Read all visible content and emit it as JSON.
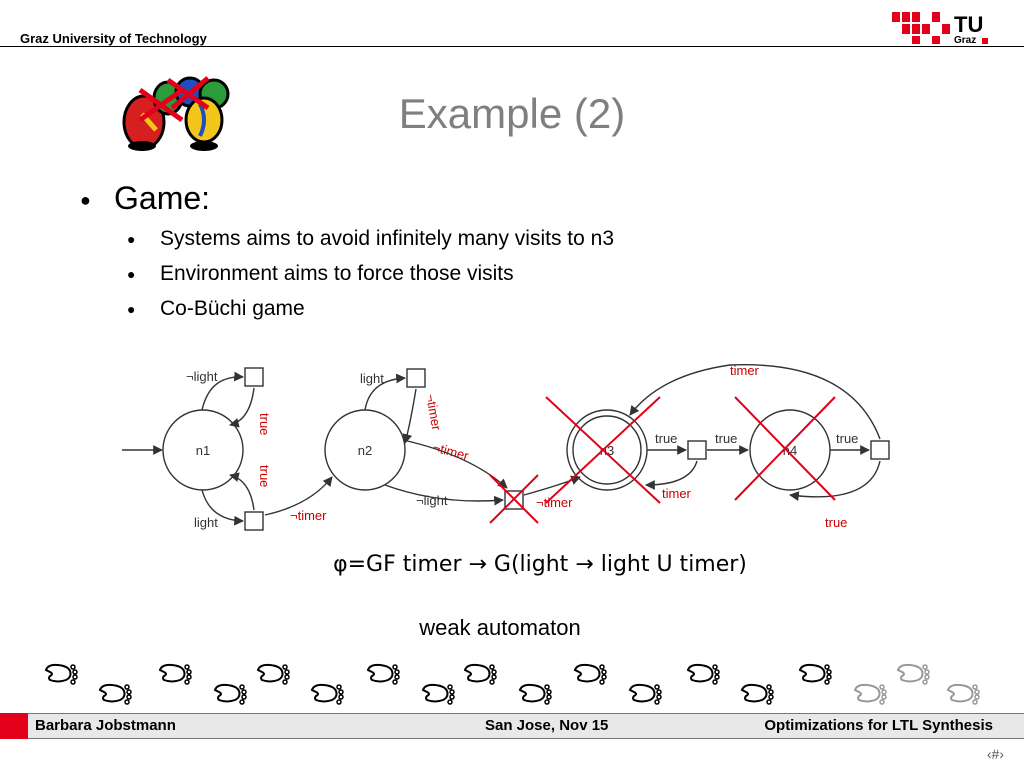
{
  "header": {
    "organization": "Graz University of Technology",
    "logo_text": "TU",
    "logo_subtext": "Graz"
  },
  "slide": {
    "title": "Example (2)",
    "bullets": [
      {
        "text": "Game:",
        "sub": [
          "Systems aims to avoid infinitely many visits to n3",
          "Environment aims to force those visits",
          "Co-Büchi game"
        ]
      }
    ],
    "formula": "φ=GF timer → G(light → light U timer)",
    "caption": "weak automaton"
  },
  "diagram": {
    "nodes": [
      "n1",
      "n2",
      "n3",
      "n4"
    ],
    "edge_labels": {
      "n1_top_out": "¬light",
      "n1_top_back": "true",
      "n1_bottom_back": "true",
      "n1_bottom_out": "light",
      "n1_to_n2": "¬timer",
      "n2_top_out": "light",
      "n2_top_back": "¬timer",
      "n2_to_mid": "¬timer",
      "n2_mid_label": "¬light",
      "mid_to_n3": "¬timer",
      "n3_to_box": "true",
      "box_to_n4": "true",
      "box_to_n3": "timer",
      "n4_to_box": "true",
      "n4_back": "true",
      "box_to_n3_top": "timer"
    },
    "colors": {
      "line": "#333333",
      "label": "#cc0000",
      "cross": "#e2001a"
    }
  },
  "footer": {
    "author": "Barbara Jobstmann",
    "location_date": "San Jose, Nov 15",
    "talk_title": "Optimizations for LTL Synthesis",
    "page_number": "‹#›"
  },
  "colors": {
    "accent": "#e2001a",
    "title": "#7f7f7f"
  }
}
